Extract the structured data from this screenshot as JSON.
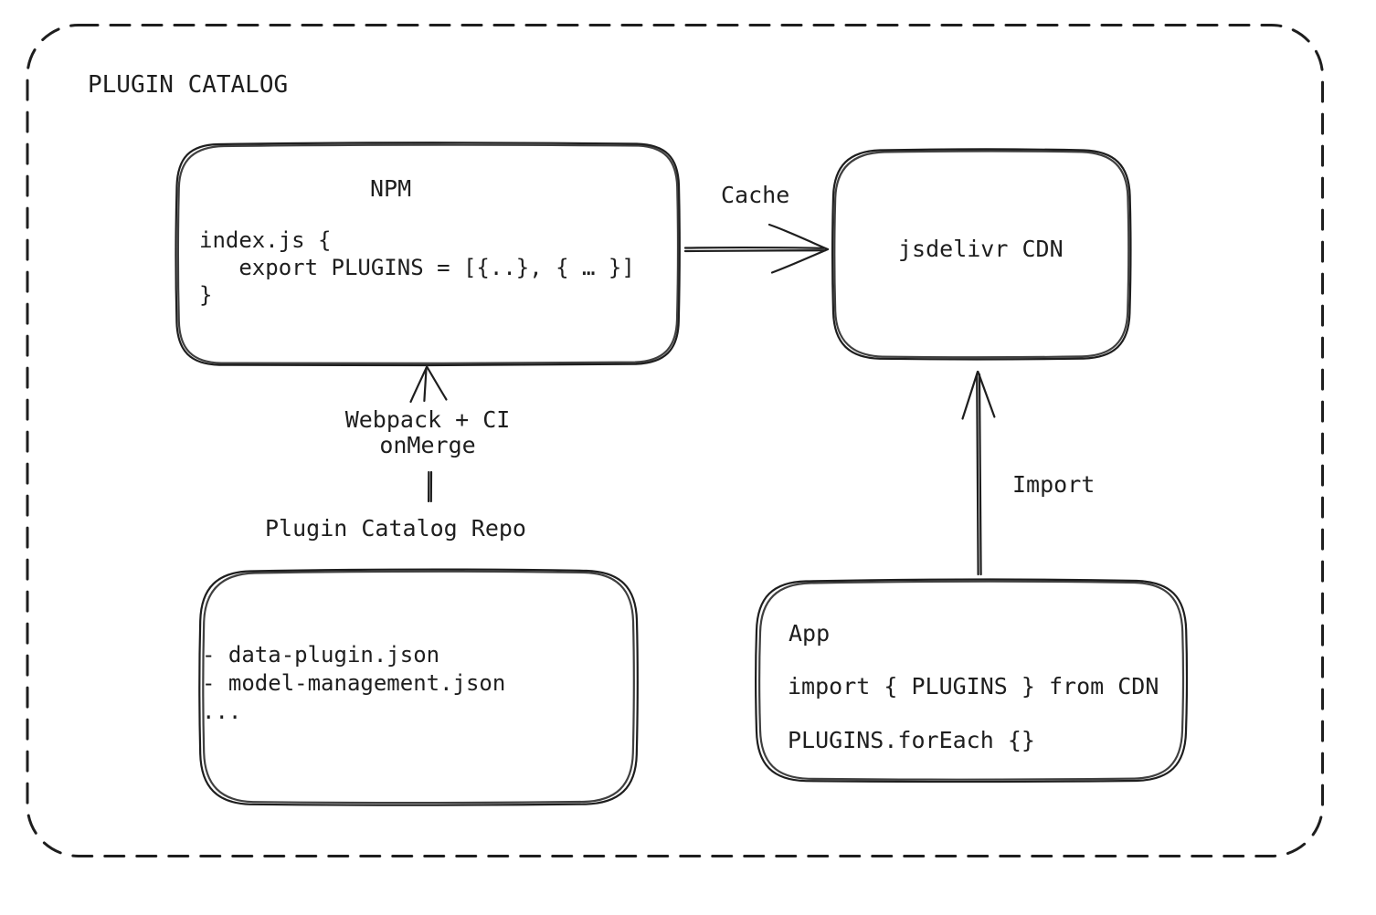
{
  "frame": {
    "title": "PLUGIN CATALOG"
  },
  "nodes": {
    "npm": {
      "title": "NPM",
      "code": "index.js {\n   export PLUGINS = [{..}, { … }]\n}"
    },
    "cdn": {
      "label": "jsdelivr CDN"
    },
    "repo": {
      "title": "Plugin Catalog Repo",
      "files": "- data-plugin.json\n- model-management.json\n..."
    },
    "app": {
      "title": "App",
      "import_line": "import { PLUGINS } from CDN",
      "foreach_line": "PLUGINS.forEach {}"
    }
  },
  "edges": {
    "cache": {
      "label": "Cache"
    },
    "build": {
      "label": "Webpack + CI\nonMerge"
    },
    "import": {
      "label": "Import"
    }
  },
  "colors": {
    "stroke": "#1e1e1e",
    "background": "#ffffff"
  }
}
